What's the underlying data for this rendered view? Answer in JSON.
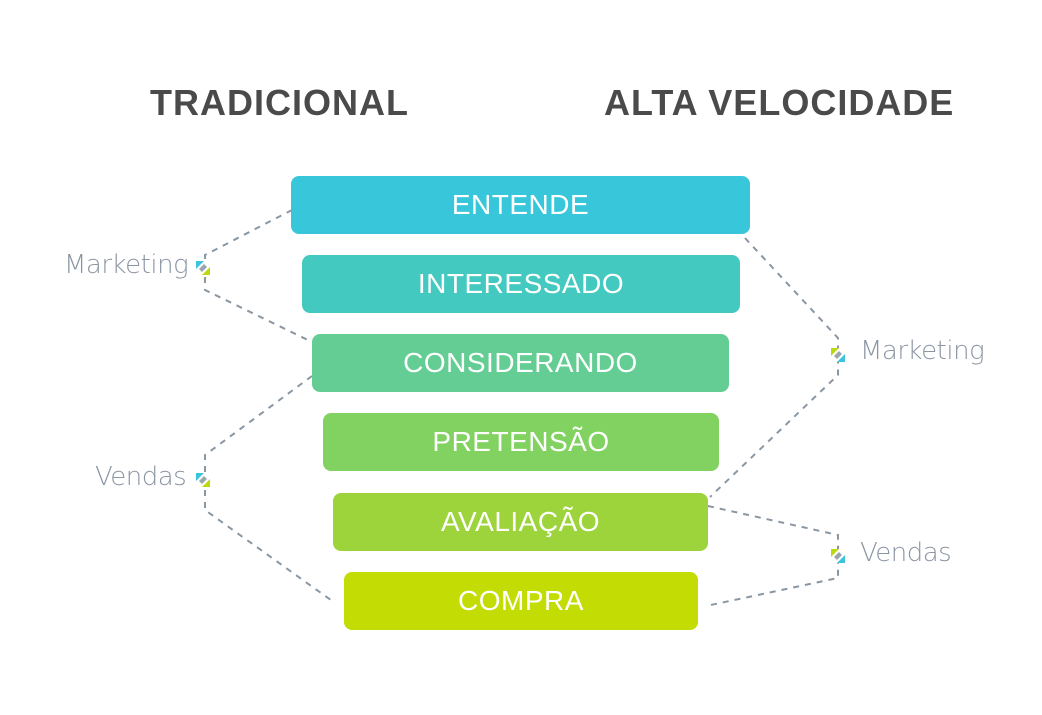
{
  "headings": {
    "traditional": "TRADICIONAL",
    "high_velocity": "ALTA VELOCIDADE"
  },
  "stages": [
    {
      "label": "ENTENDE",
      "color": "#38c6db"
    },
    {
      "label": "INTERESSADO",
      "color": "#44c9c0"
    },
    {
      "label": "CONSIDERANDO",
      "color": "#63cd93"
    },
    {
      "label": "PRETENSÃO",
      "color": "#82d262"
    },
    {
      "label": "AVALIAÇÃO",
      "color": "#9dd43c"
    },
    {
      "label": "COMPRA",
      "color": "#c2dc04"
    }
  ],
  "traditional_groups": [
    {
      "label": "Marketing",
      "icon": "hand-shake-icon"
    },
    {
      "label": "Vendas",
      "icon": "hand-shake-icon"
    }
  ],
  "high_velocity_groups": [
    {
      "label": "Marketing",
      "icon": "hand-shake-icon"
    },
    {
      "label": "Vendas",
      "icon": "hand-shake-icon"
    }
  ],
  "colors": {
    "heading": "#4a4a4a",
    "label": "#8b96a3",
    "connector": "#8a97a3",
    "icon_blue": "#3cc4df",
    "icon_green": "#bcd90f",
    "icon_gray": "#9aa5b0"
  }
}
